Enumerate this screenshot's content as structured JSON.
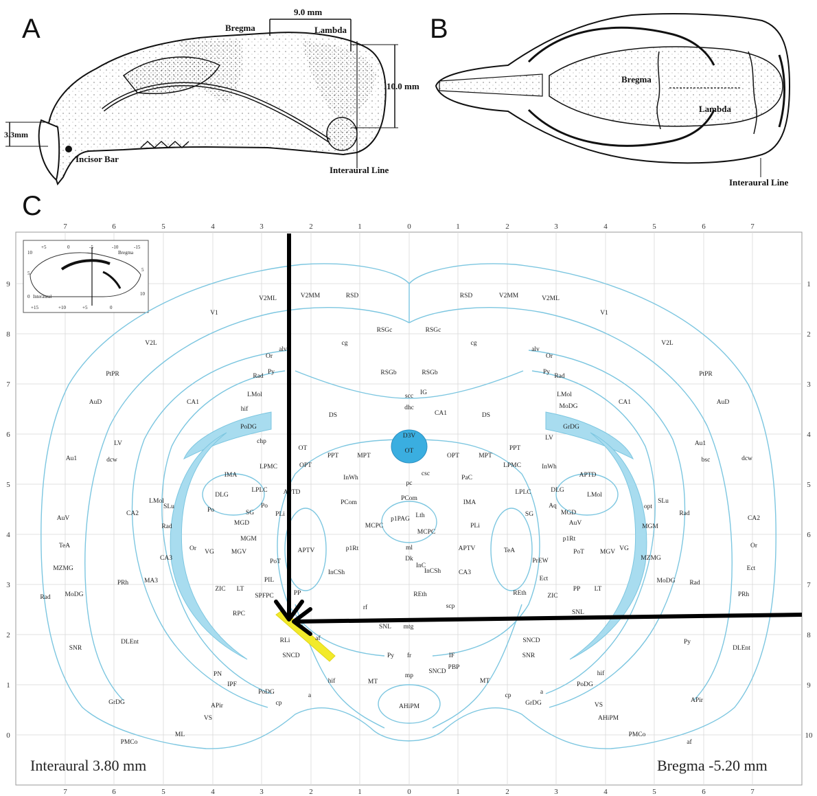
{
  "panels": {
    "a": "A",
    "b": "B",
    "c": "C"
  },
  "panel_a": {
    "bregma": "Bregma",
    "lambda": "Lambda",
    "dim_9": "9.0 mm",
    "dim_10": "10.0 mm",
    "dim_33": "3.3mm",
    "incisor_bar": "Incisor Bar",
    "interaural_line": "Interaural Line"
  },
  "panel_b": {
    "bregma": "Bregma",
    "lambda": "Lambda",
    "interaural_line": "Interaural Line"
  },
  "panel_c": {
    "interaural_label": "Interaural 3.80 mm",
    "bregma_label": "Bregma -5.20 mm",
    "x_ticks": [
      "7",
      "6",
      "5",
      "4",
      "3",
      "2",
      "1",
      "0",
      "1",
      "2",
      "3",
      "4",
      "5",
      "6",
      "7"
    ],
    "y_left_ticks": [
      "9",
      "8",
      "7",
      "6",
      "5",
      "4",
      "3",
      "2",
      "1",
      "0"
    ],
    "y_right_ticks": [
      "1",
      "2",
      "3",
      "4",
      "5",
      "6",
      "7",
      "8",
      "9",
      "10"
    ],
    "inset": {
      "top_ticks": [
        "+5",
        "0",
        "-5",
        "-10",
        "-15"
      ],
      "bottom_ticks": [
        "+15",
        "+10",
        "+5",
        "0"
      ],
      "side_ticks": [
        "10",
        "5",
        "0"
      ],
      "right_ticks": [
        "5",
        "10"
      ],
      "bregma": "Bregma",
      "interaural": "Interaural"
    },
    "regions": [
      "V1",
      "V2ML",
      "V2MM",
      "RSD",
      "RSD",
      "V2MM",
      "V2ML",
      "V1",
      "V2L",
      "V2L",
      "RSGc",
      "RSGc",
      "RSGb",
      "RSGb",
      "PtPR",
      "PtPR",
      "AuD",
      "AuD",
      "CA1",
      "CA1",
      "LMol",
      "LMol",
      "DS",
      "DS",
      "IG",
      "scc",
      "dhc",
      "CA1",
      "cg",
      "cg",
      "alv",
      "alv",
      "Or",
      "Or",
      "Py",
      "Py",
      "Rad",
      "Rad",
      "hif",
      "MoDG",
      "PoDG",
      "GrDG",
      "LV",
      "LV",
      "Au1",
      "Au1",
      "dcw",
      "dcw",
      "bsc",
      "chp",
      "D3V",
      "OT",
      "OT",
      "PPT",
      "PPT",
      "MPT",
      "MPT",
      "OPT",
      "OPT",
      "LPMC",
      "LPMC",
      "InWh",
      "InWh",
      "PaC",
      "csc",
      "pc",
      "PCom",
      "PCom",
      "IMA",
      "IMA",
      "APTD",
      "APTD",
      "LPLC",
      "LPLC",
      "DLG",
      "DLG",
      "LMol",
      "LMol",
      "SLu",
      "SLu",
      "opt",
      "Po",
      "Po",
      "Aq",
      "p1PAG",
      "Lth",
      "MCPC",
      "MCPC",
      "PLi",
      "PLi",
      "SG",
      "SG",
      "MGD",
      "MGD",
      "AuV",
      "AuV",
      "CA2",
      "CA2",
      "Rad",
      "Rad",
      "MGM",
      "MGM",
      "p1Rt",
      "p1Rt",
      "APTV",
      "APTV",
      "TeA",
      "TeA",
      "Or",
      "Or",
      "VG",
      "VG",
      "MGV",
      "MGV",
      "PoT",
      "PoT",
      "PrEW",
      "Dk",
      "InC",
      "InCSh",
      "InCSh",
      "CA3",
      "CA3",
      "MZMG",
      "MZMG",
      "Ect",
      "Ect",
      "PIL",
      "SPFPC",
      "ZIC",
      "ZIC",
      "LT",
      "LT",
      "PP",
      "PP",
      "REth",
      "REth",
      "MA3",
      "MoDG",
      "MoDG",
      "PRh",
      "PRh",
      "Rad",
      "Rad",
      "rf",
      "scp",
      "RPC",
      "SNL",
      "SNL",
      "mtg",
      "RLi",
      "SNCD",
      "SNCD",
      "SNR",
      "SNR",
      "DLEnt",
      "DLEnt",
      "Py",
      "Py",
      "fr",
      "IF",
      "PBP",
      "SNCD",
      "PN",
      "hif",
      "hif",
      "MT",
      "MT",
      "mp",
      "IPF",
      "PoDG",
      "PoDG",
      "a",
      "a",
      "cp",
      "cp",
      "GrDG",
      "GrDG",
      "APir",
      "APir",
      "VS",
      "VS",
      "AHiPM",
      "AHiPM",
      "ML",
      "PMCo",
      "PMCo",
      "af",
      "af",
      "ml"
    ]
  },
  "colors": {
    "atlas_blue": "#7cc6e0",
    "atlas_fill": "#a8dcef",
    "d3v": "#3aaee0",
    "highlight": "#f2ea2a",
    "arrow": "#000000"
  }
}
